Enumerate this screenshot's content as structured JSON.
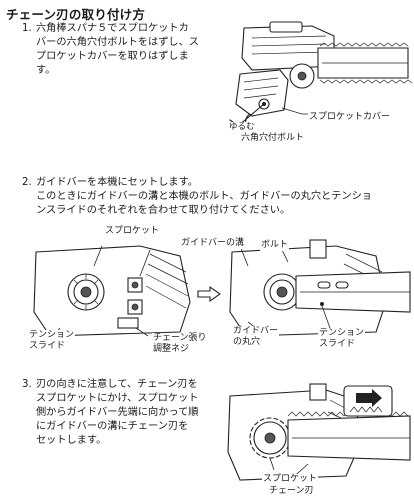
{
  "title": "チェーン刃の取り付け方",
  "steps": [
    {
      "number": "1.",
      "lines": [
        "六角棒スパナ５でスプロケットカ",
        "バーの六角穴付ボルトをはずし、ス",
        "プロケットカバーを取りはずしま",
        "す。"
      ],
      "labels": {
        "loosen": "ゆるむ",
        "sprocket_cover": "スプロケットカバー",
        "hex_bolt": "六角穴付ボルト"
      }
    },
    {
      "number": "2.",
      "lines": [
        "ガイドバーを本機にセットします。",
        "このときにガイドバーの溝と本機のボルト、ガイドバーの丸穴とテンショ",
        "ンスライドのそれぞれを合わせて取り付けてください。"
      ],
      "labels": {
        "sprocket": "スプロケット",
        "guide_bar_groove": "ガイドバーの溝",
        "bolt": "ボルト",
        "tension_slide_left": [
          "テンション",
          "スライド"
        ],
        "chain_adjust_screw": [
          "チェーン張り",
          "調整ネジ"
        ],
        "guide_bar_hole": [
          "ガイドバー",
          "の丸穴"
        ],
        "tension_slide_right": [
          "テンション",
          "スライド"
        ]
      }
    },
    {
      "number": "3.",
      "lines": [
        "刃の向きに注意して、チェーン刃を",
        "スプロケットにかけ、スプロケット",
        "側からガイドバー先端に向かって順",
        "にガイドバーの溝にチェーン刃を",
        "セットします。"
      ],
      "labels": {
        "sprocket": "スプロケット",
        "chain_blade": "チェーン刃"
      }
    }
  ]
}
